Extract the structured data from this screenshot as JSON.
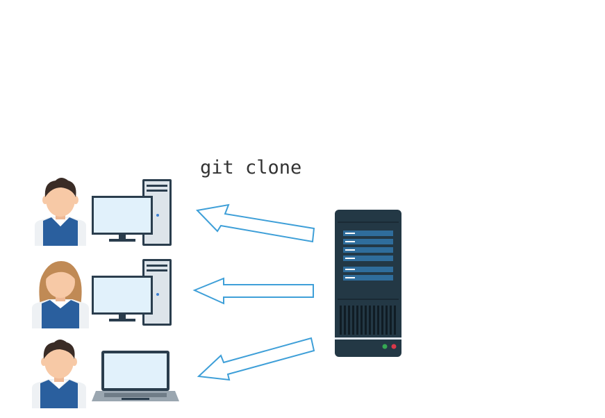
{
  "command": {
    "text": "git clone"
  },
  "colors": {
    "arrow_stroke": "#3e9fd8",
    "server_body": "#233845",
    "server_panel": "#2f6d9c",
    "shirt": "#2a5f9e",
    "skin": "#f7c9a6",
    "hair_male": "#3a2c26",
    "hair_female": "#c08a55",
    "screen": "#e1f1fb",
    "monitor_frame": "#2a3d4d",
    "tower": "#dde4ea",
    "led_green": "#35a853",
    "led_red": "#d9384a"
  },
  "clients": [
    {
      "person": "male-user",
      "device": "desktop-computer"
    },
    {
      "person": "female-user",
      "device": "desktop-computer"
    },
    {
      "person": "male-user",
      "device": "laptop-computer"
    }
  ],
  "server": {
    "icon": "server-icon"
  },
  "arrows": [
    {
      "from": "server",
      "to": "client-1",
      "icon": "arrow-left-icon"
    },
    {
      "from": "server",
      "to": "client-2",
      "icon": "arrow-left-icon"
    },
    {
      "from": "server",
      "to": "client-3",
      "icon": "arrow-left-icon"
    }
  ]
}
